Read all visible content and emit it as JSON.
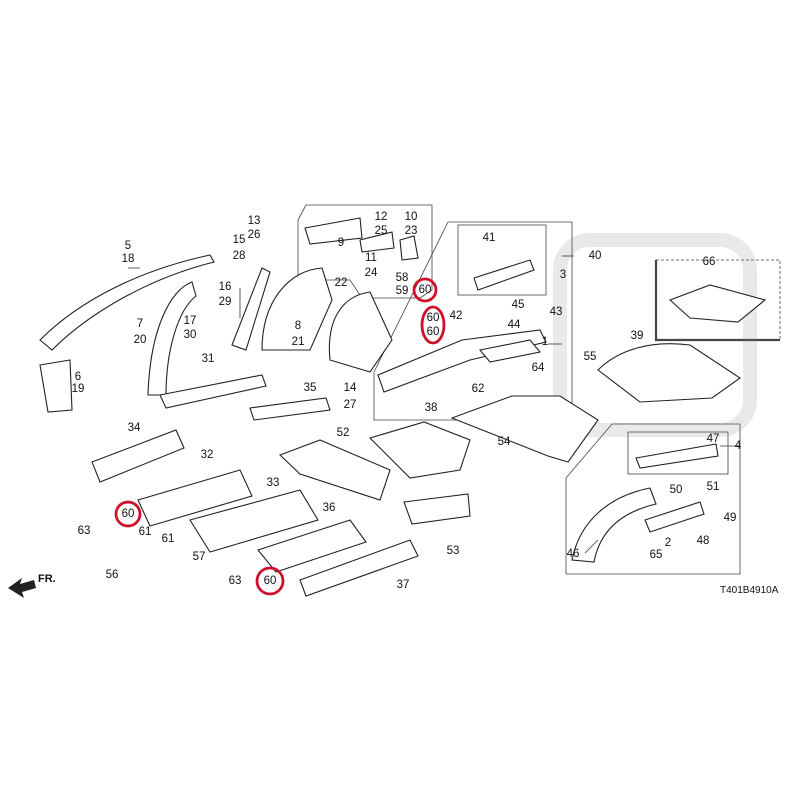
{
  "diagram": {
    "drawing_code": "T401B4910A",
    "front_indicator": "FR.",
    "highlight_color": "#d0102a",
    "part_labels": [
      "1",
      "2",
      "3",
      "4",
      "5",
      "6",
      "7",
      "8",
      "9",
      "10",
      "11",
      "12",
      "13",
      "14",
      "15",
      "16",
      "17",
      "18",
      "19",
      "20",
      "21",
      "22",
      "23",
      "24",
      "25",
      "26",
      "27",
      "28",
      "29",
      "30",
      "31",
      "32",
      "33",
      "34",
      "35",
      "36",
      "37",
      "38",
      "39",
      "40",
      "41",
      "42",
      "43",
      "44",
      "45",
      "46",
      "47",
      "48",
      "49",
      "50",
      "51",
      "52",
      "53",
      "54",
      "55",
      "56",
      "57",
      "58",
      "59",
      "60",
      "61",
      "62",
      "63",
      "64",
      "65",
      "66"
    ],
    "highlighted_part": "60",
    "highlighted_count": 5
  }
}
